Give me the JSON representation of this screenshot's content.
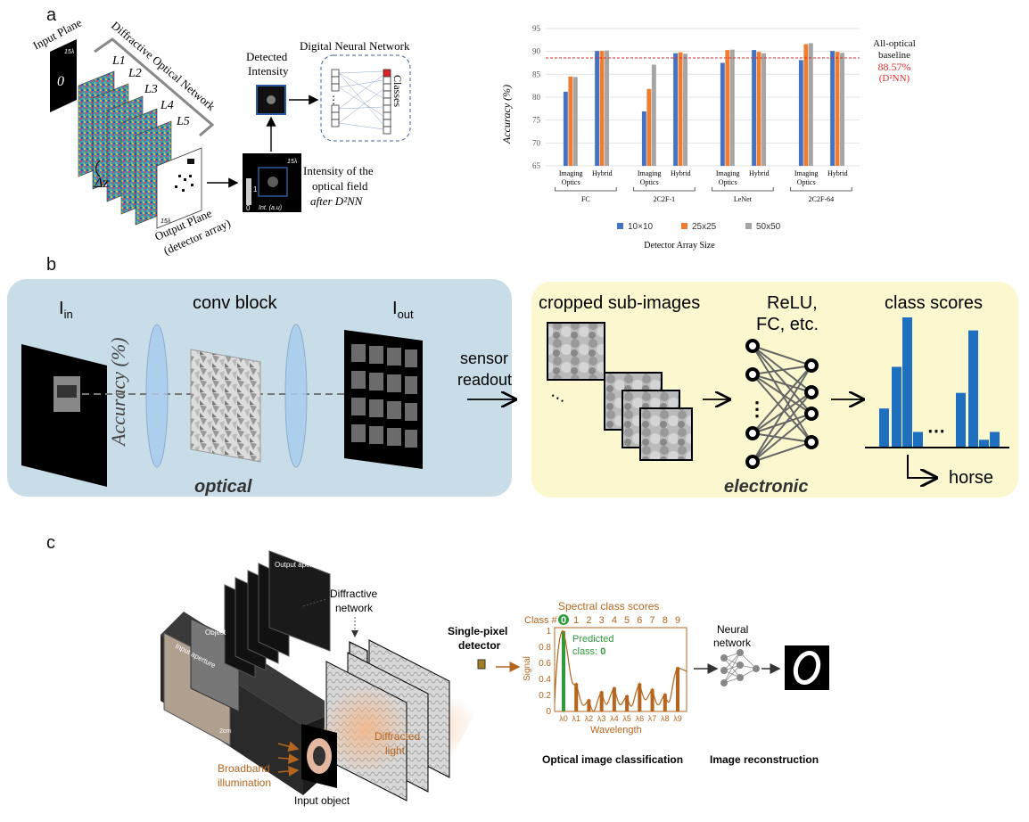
{
  "panels": {
    "a": "a",
    "b": "b",
    "c": "c"
  },
  "panel_a": {
    "input_plane": "Input Plane",
    "scale_label": "15λ",
    "diffractive_network": "Diffractive Optical Network",
    "layers": [
      "L1",
      "L2",
      "L3",
      "L4",
      "L5"
    ],
    "delta": "Δz",
    "output_plane_1": "Output Plane",
    "output_plane_2": "(detector array)",
    "detected_1": "Detected",
    "detected_2": "Intensity",
    "dnn": "Digital Neural Network",
    "classes": "Classes",
    "intensity_1": "Intensity of the",
    "intensity_2": "optical field",
    "intensity_3": "after D²NN",
    "colorbar_1": "1",
    "colorbar_0": "0",
    "int_label": "Int. (a.u)"
  },
  "chart_data": {
    "type": "bar",
    "title": "",
    "xlabel": "Detector Array Size",
    "ylabel": "Accuracy (%)",
    "ylim": [
      65,
      95
    ],
    "yticks": [
      65,
      70,
      75,
      80,
      85,
      90,
      95
    ],
    "grid": true,
    "legend": "bottom",
    "groups": [
      "FC",
      "2C2F-1",
      "LeNet",
      "2C2F-64"
    ],
    "sub_categories": [
      "Imaging Optics",
      "Hybrid"
    ],
    "series": [
      {
        "name": "10×10",
        "color": "#4472c4",
        "values": [
          81.2,
          90.1,
          76.9,
          89.6,
          87.5,
          90.3,
          88.1,
          90.1
        ]
      },
      {
        "name": "25x25",
        "color": "#ed7d31",
        "values": [
          84.5,
          90.1,
          81.8,
          89.8,
          90.3,
          89.9,
          91.6,
          89.9
        ]
      },
      {
        "name": "50x50",
        "color": "#a5a5a5",
        "values": [
          84.4,
          90.2,
          87.1,
          89.5,
          90.4,
          89.6,
          91.8,
          89.7
        ]
      }
    ],
    "baseline": {
      "value": 88.57,
      "label_1": "All-optical",
      "label_2": "baseline",
      "label_3": "88.57%",
      "label_4": "(D²NN)",
      "color": "#e03030"
    }
  },
  "panel_b": {
    "i_in": "I",
    "i_in_sub": "in",
    "conv_block": "conv block",
    "i_out": "I",
    "i_out_sub": "out",
    "optical": "optical",
    "sensor_1": "sensor",
    "sensor_2": "readout",
    "cropped": "cropped sub-images",
    "relu_1": "ReLU,",
    "relu_2": "FC, etc.",
    "class_scores": "class scores",
    "electronic": "electronic",
    "horse": "horse",
    "overlay_axis": "Accuracy (%)",
    "score_values": [
      0.3,
      0.62,
      1.0,
      0.12,
      0.42,
      0.9,
      0.06,
      0.12
    ]
  },
  "panel_c": {
    "output_aperture": "Output aperture",
    "object": "Object",
    "input_aperture": "Input aperture",
    "scale": "2cm",
    "diffractive_1": "Diffractive",
    "diffractive_2": "network",
    "broadband_1": "Broadband",
    "broadband_2": "illumination",
    "input_object": "Input object",
    "diffracted_1": "Diffracted",
    "diffracted_2": "light",
    "spd_1": "Single-pixel",
    "spd_2": "detector",
    "spectral_title": "Spectral class scores",
    "class_hash": "Class #",
    "classes": [
      "0",
      "1",
      "2",
      "3",
      "4",
      "5",
      "6",
      "7",
      "8",
      "9"
    ],
    "signal": "Signal",
    "yticks": [
      "1",
      "0.8",
      "0.6",
      "0.4",
      "0.2",
      "0"
    ],
    "predicted_1": "Predicted",
    "predicted_2": "class:",
    "predicted_3": "0",
    "lambdas": [
      "λ0",
      "λ1",
      "λ2",
      "λ3",
      "λ4",
      "λ5",
      "λ6",
      "λ7",
      "λ8",
      "λ9"
    ],
    "wavelength": "Wavelength",
    "class_signal": [
      1.0,
      0.35,
      0.15,
      0.25,
      0.3,
      0.2,
      0.35,
      0.28,
      0.22,
      0.55
    ],
    "neural_1": "Neural",
    "neural_2": "network",
    "caption_1": "Optical image classification",
    "caption_2": "Image reconstruction"
  }
}
